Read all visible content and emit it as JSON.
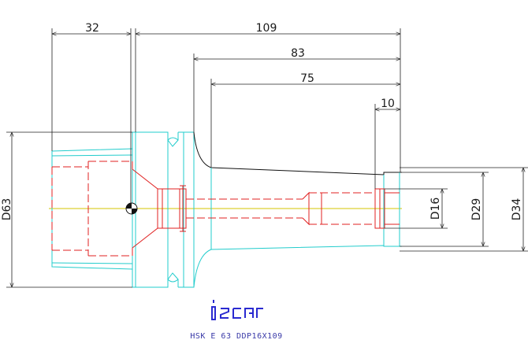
{
  "dimensions": {
    "d32": "32",
    "d109": "109",
    "d83": "83",
    "d75": "75",
    "d10": "10",
    "d63": "D63",
    "d16": "D16",
    "d29": "D29",
    "d34": "D34"
  },
  "logo": {
    "brand": "iscar"
  },
  "caption": "HSK E 63 DDP16X109",
  "colors": {
    "body_outline": "#22cccc",
    "hidden_lines": "#e02020",
    "centerline": "#d4c400",
    "dimension_lines": "#222222",
    "caption": "#3a3aa8"
  }
}
